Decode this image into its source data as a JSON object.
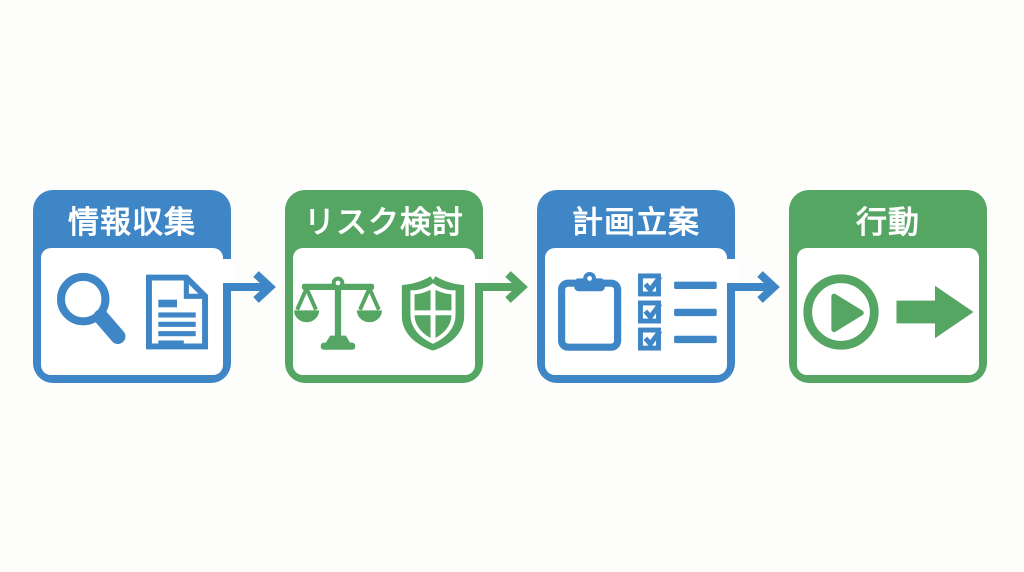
{
  "diagram": {
    "type": "process-flow",
    "background": "#fdfdfc",
    "colors": {
      "blue": "#3e86c6",
      "green": "#55a663",
      "text": "#ffffff",
      "body": "#ffffff"
    },
    "steps": [
      {
        "label": "情報収集",
        "color": "blue",
        "icons": [
          "magnifier-icon",
          "document-icon"
        ]
      },
      {
        "label": "リスク検討",
        "color": "green",
        "icons": [
          "scale-icon",
          "shield-icon"
        ]
      },
      {
        "label": "計画立案",
        "color": "blue",
        "icons": [
          "clipboard-icon",
          "checklist-icon"
        ]
      },
      {
        "label": "行動",
        "color": "green",
        "icons": [
          "play-circle-icon",
          "forward-arrow-icon"
        ]
      }
    ],
    "connectors": [
      {
        "from": "情報収集",
        "to": "リスク検討",
        "color": "blue"
      },
      {
        "from": "リスク検討",
        "to": "計画立案",
        "color": "green"
      },
      {
        "from": "計画立案",
        "to": "行動",
        "color": "blue"
      }
    ]
  }
}
